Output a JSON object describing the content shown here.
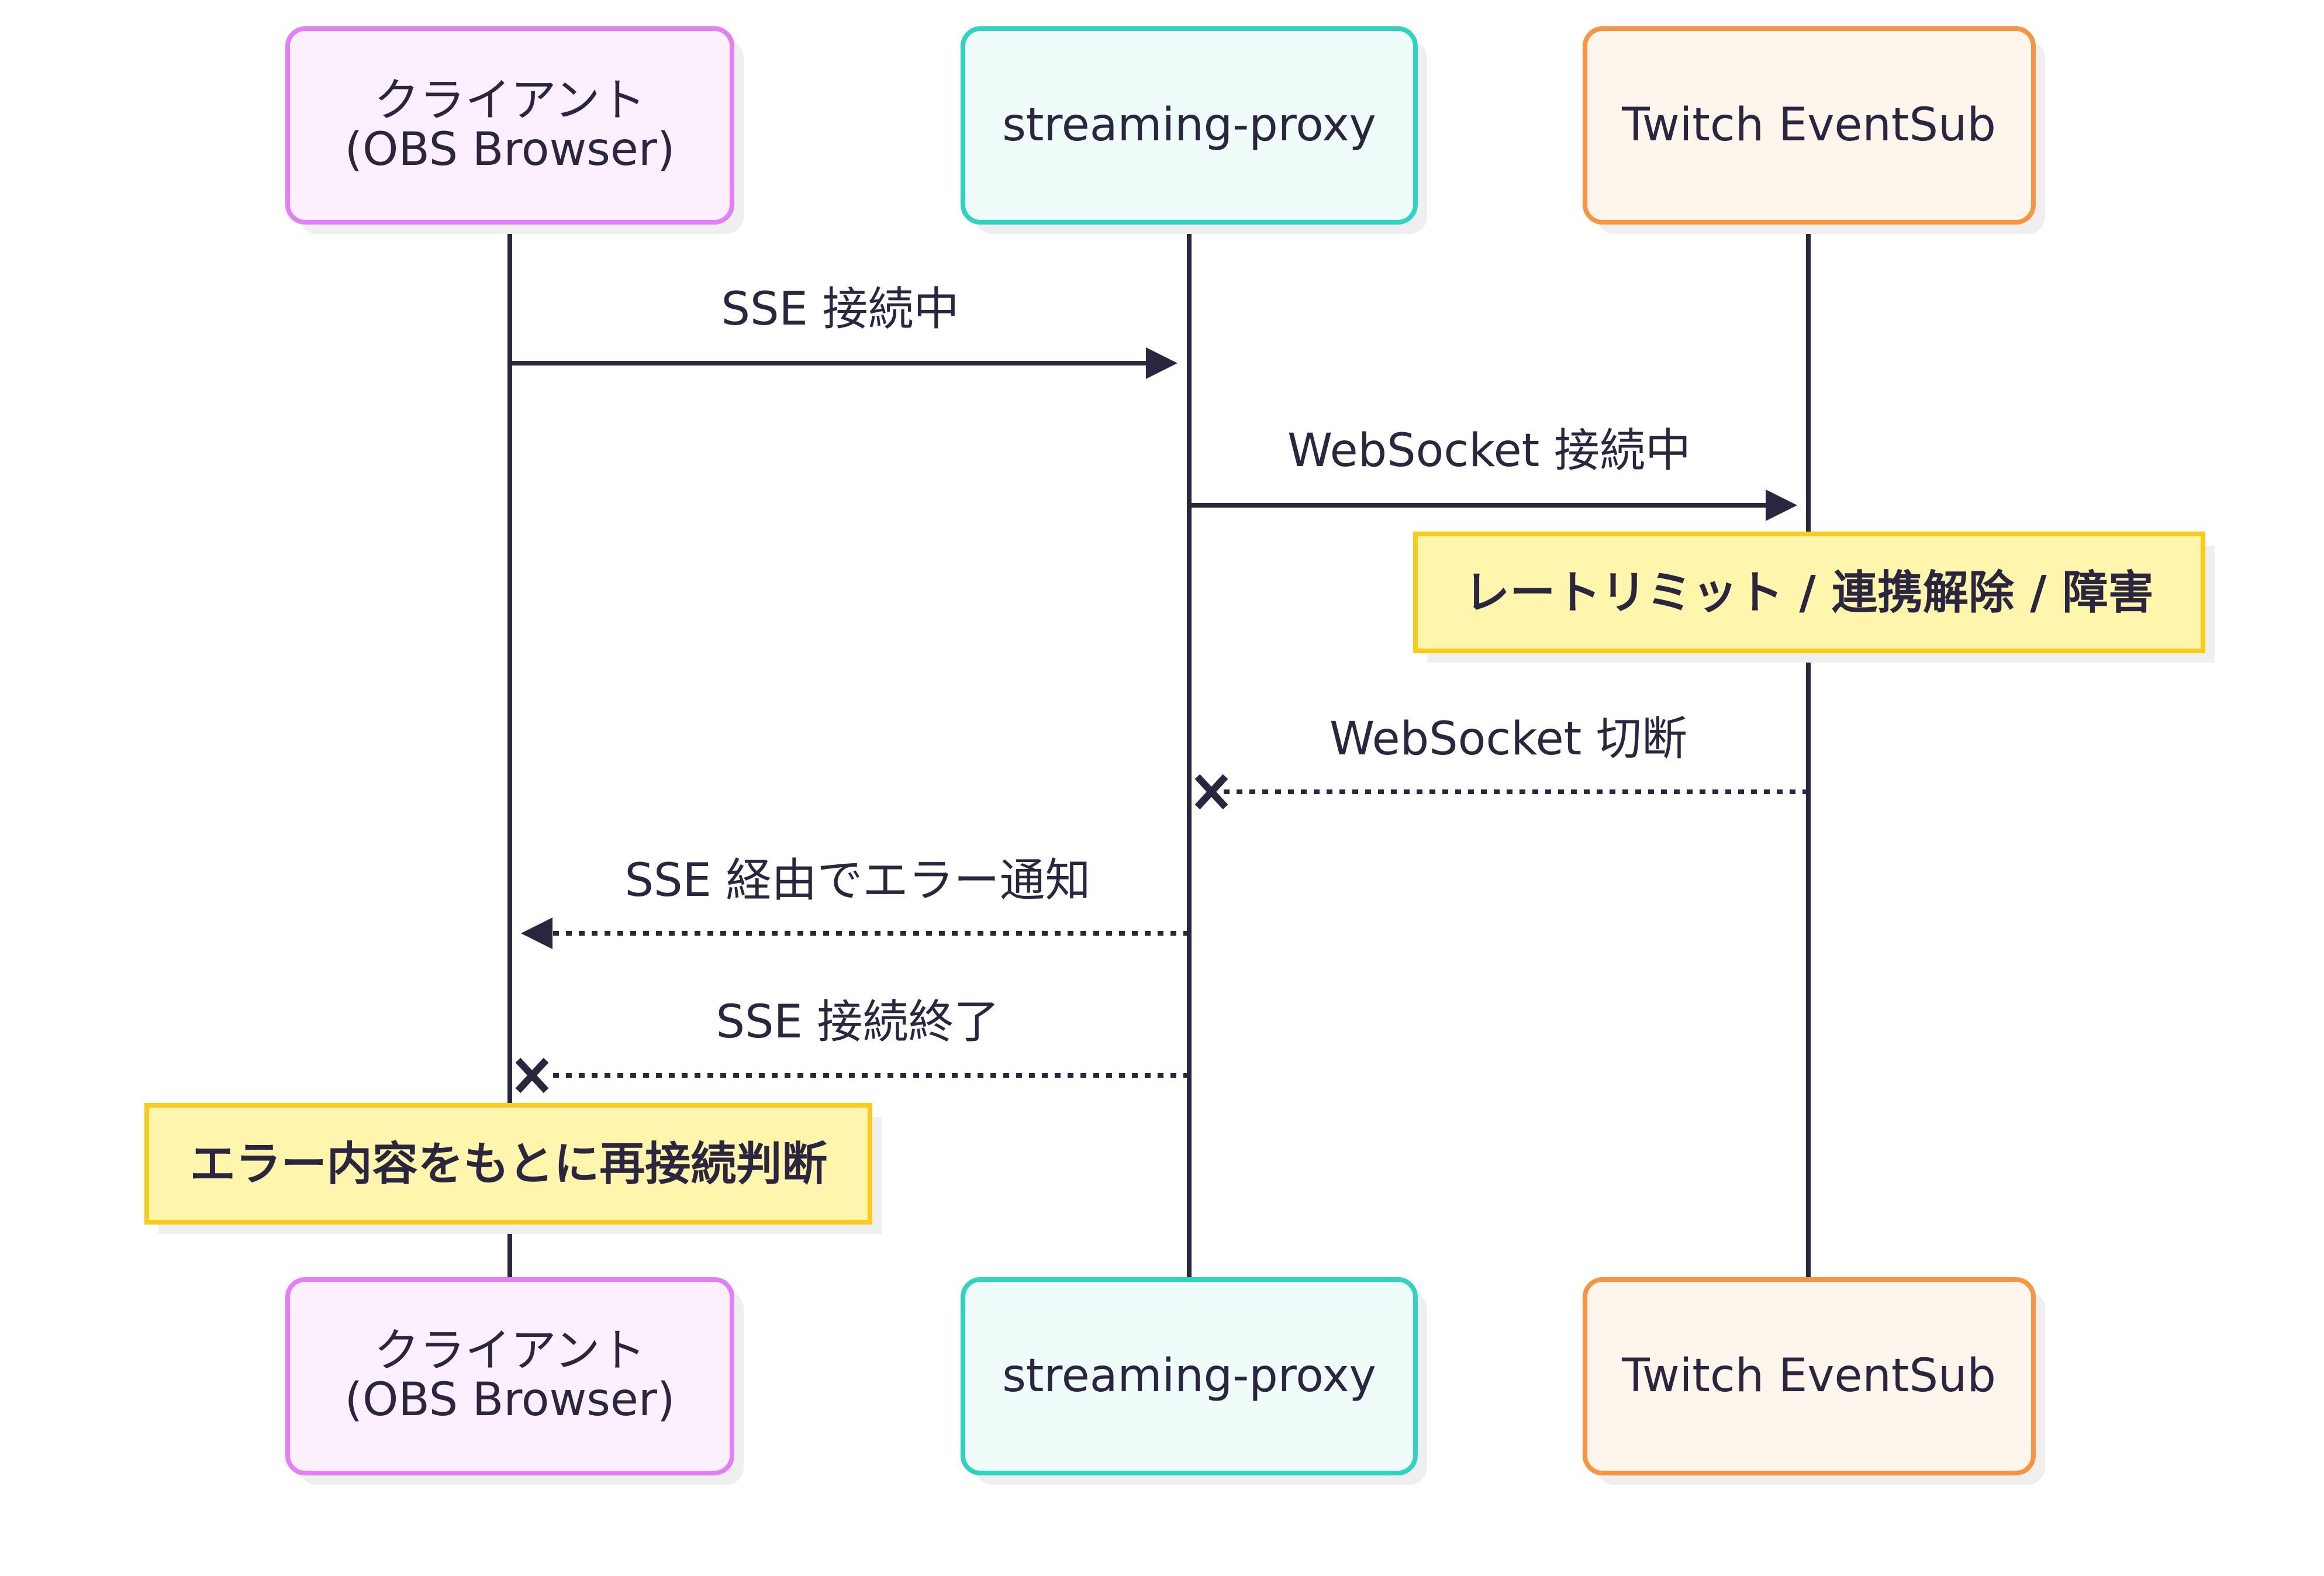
{
  "diagram": {
    "type": "sequence",
    "participants": [
      {
        "id": "client",
        "label_lines": [
          "クライアント",
          "(OBS Browser)"
        ],
        "border_color": "#e47ef5",
        "fill_color": "#fdf0fe"
      },
      {
        "id": "proxy",
        "label_lines": [
          "streaming-proxy"
        ],
        "border_color": "#2fd3c1",
        "fill_color": "#effcf9"
      },
      {
        "id": "twitch",
        "label_lines": [
          "Twitch EventSub"
        ],
        "border_color": "#fb9440",
        "fill_color": "#fef5ec"
      }
    ],
    "messages": [
      {
        "from": "client",
        "to": "proxy",
        "label": "SSE 接続中",
        "style": "solid",
        "head": "arrow"
      },
      {
        "from": "proxy",
        "to": "twitch",
        "label": "WebSocket 接続中",
        "style": "solid",
        "head": "arrow"
      },
      {
        "from": "twitch",
        "to": "proxy",
        "label": "WebSocket 切断",
        "style": "dotted",
        "head": "cross"
      },
      {
        "from": "proxy",
        "to": "client",
        "label": "SSE 経由でエラー通知",
        "style": "dotted",
        "head": "arrow"
      },
      {
        "from": "proxy",
        "to": "client",
        "label": "SSE 接続終了",
        "style": "dotted",
        "head": "cross"
      }
    ],
    "notes": [
      {
        "over": "twitch",
        "label": "レートリミット / 連携解除 / 障害",
        "after_message": 1
      },
      {
        "over": "client",
        "label": "エラー内容をもとに再接続判断",
        "after_message": 4
      }
    ],
    "colors": {
      "line": "#2a2640",
      "note_border": "#f8cb1c",
      "note_fill": "#fff5ad",
      "shadow": "#efefef"
    }
  }
}
